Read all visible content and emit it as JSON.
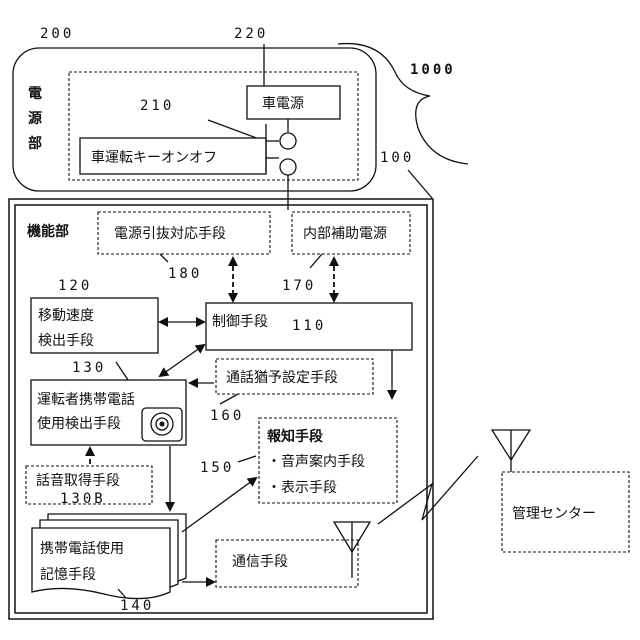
{
  "refs": {
    "system": "1000",
    "power_unit": "200",
    "key_switch": "210",
    "car_power": "220",
    "function_unit": "100",
    "control": "110",
    "speed": "120",
    "phone_detect": "130",
    "voice_acquire": "130B",
    "phone_log": "140",
    "notify": "150",
    "grace": "160",
    "aux_power": "170",
    "unplug": "180"
  },
  "labels": {
    "power_unit": [
      "電",
      "源",
      "部"
    ],
    "car_power": "車電源",
    "key_switch": "車運転キーオンオフ",
    "function_unit": "機能部",
    "unplug": "電源引抜対応手段",
    "aux_power": "内部補助電源",
    "speed": [
      "移動速度",
      "検出手段"
    ],
    "control": "制御手段",
    "phone_detect": [
      "運転者携帯電話",
      "使用検出手段"
    ],
    "grace": "通話猶予設定手段",
    "notify_title": "報知手段",
    "notify_items": [
      "・音声案内手段",
      "・表示手段"
    ],
    "voice_acquire": "話音取得手段",
    "phone_log": [
      "携帯電話使用",
      "記憶手段"
    ],
    "comm": "通信手段",
    "center": "管理センター"
  }
}
